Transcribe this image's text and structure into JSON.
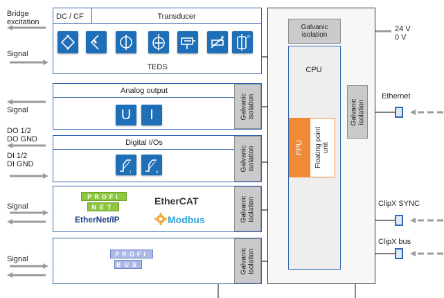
{
  "left_labels": {
    "bridge_excitation": "Bridge\nexcitation",
    "signal_1": "Signal",
    "signal_2": "Signal",
    "do": "DO 1/2\nDO GND",
    "di": "DI 1/2\nDI GND",
    "signal_3": "Signal",
    "signal_4": "Signal"
  },
  "transducer": {
    "dc_cf": "DC / CF",
    "title": "Transducer",
    "teds": "TEDS",
    "icons": [
      "full-bridge-icon",
      "half-bridge-icon",
      "quarter-bridge-icon",
      "potentiometer-icon",
      "lvdt-icon",
      "thermocouple-icon",
      "piezo-icon"
    ]
  },
  "analog": {
    "title": "Analog output",
    "u": "U",
    "i": "I"
  },
  "digital": {
    "title": "Digital I/Os"
  },
  "fieldbus": {
    "profinet_top": "PROFI",
    "profinet_bottom": "NET",
    "ethercat": "EtherCAT",
    "ethernetip": "EtherNet/IP",
    "modbus": "Modbus"
  },
  "profibus": {
    "top": "PROFI",
    "bottom": "BUS"
  },
  "isolation": {
    "label": "Galvanic\nisolation"
  },
  "cpu": {
    "label": "CPU",
    "fpu": "FPU",
    "fp_unit": "Floating point\nunit"
  },
  "right_labels": {
    "power": "24 V\n0 V",
    "ethernet": "Ethernet",
    "sync": "ClipX SYNC",
    "bus": "ClipX bus"
  },
  "colors": {
    "blue": "#2f65ad",
    "icon_blue": "#1e6fb8",
    "gray": "#c9cacc",
    "fpu": "#f08a35",
    "arrow": "#9b9b9b"
  }
}
